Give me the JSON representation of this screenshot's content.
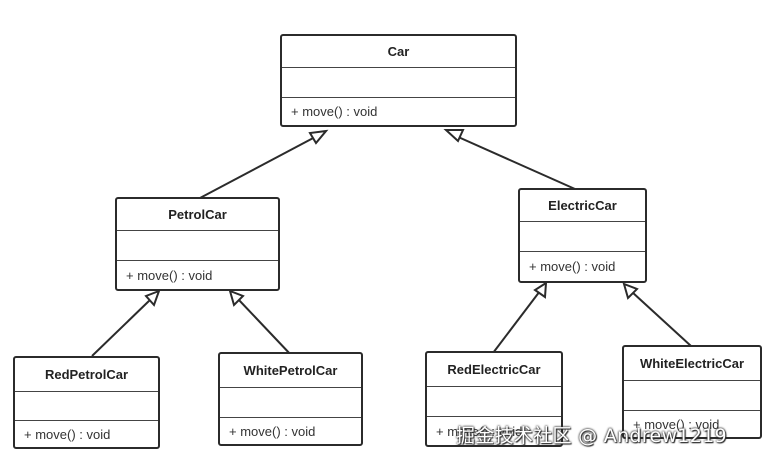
{
  "diagram": {
    "classes": {
      "car": {
        "name": "Car",
        "operation": "+ move() : void"
      },
      "petrol_car": {
        "name": "PetrolCar",
        "operation": "+ move() : void"
      },
      "electric_car": {
        "name": "ElectricCar",
        "operation": "+ move() : void"
      },
      "red_petrol_car": {
        "name": "RedPetrolCar",
        "operation": "+ move() : void"
      },
      "white_petrol_car": {
        "name": "WhitePetrolCar",
        "operation": "+ move() : void"
      },
      "red_electric_car": {
        "name": "RedElectricCar",
        "operation": "+ move() : void"
      },
      "white_electric_car": {
        "name": "WhiteElectricCar",
        "operation": "+ move() : void"
      }
    },
    "relations": [
      {
        "type": "generalization",
        "from": "petrol_car",
        "to": "car"
      },
      {
        "type": "generalization",
        "from": "electric_car",
        "to": "car"
      },
      {
        "type": "generalization",
        "from": "red_petrol_car",
        "to": "petrol_car"
      },
      {
        "type": "generalization",
        "from": "white_petrol_car",
        "to": "petrol_car"
      },
      {
        "type": "generalization",
        "from": "red_electric_car",
        "to": "electric_car"
      },
      {
        "type": "generalization",
        "from": "white_electric_car",
        "to": "electric_car"
      }
    ]
  },
  "watermark": "掘金技术社区 @ Andrew1219"
}
